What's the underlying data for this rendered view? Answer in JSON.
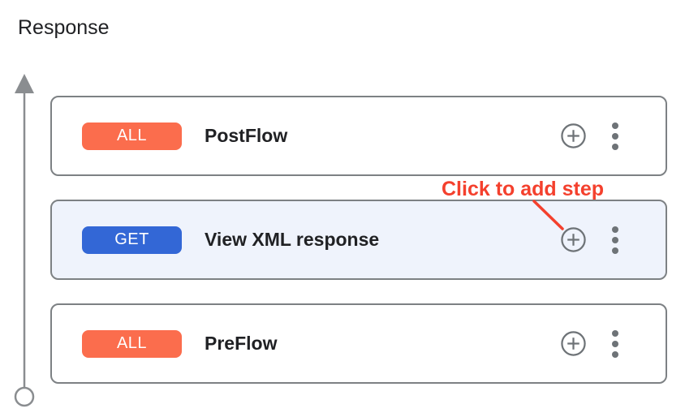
{
  "section": {
    "title": "Response"
  },
  "flow": {
    "cards": [
      {
        "method": "ALL",
        "label": "PostFlow",
        "selected": false
      },
      {
        "method": "GET",
        "label": "View XML response",
        "selected": true
      },
      {
        "method": "ALL",
        "label": "PreFlow",
        "selected": false
      }
    ]
  },
  "annotation": {
    "label": "Click to add step"
  },
  "icons": {
    "add_step": "plus-circle-icon",
    "more_options": "kebab-menu-icon",
    "rail": "up-arrow-flow-line-icon"
  },
  "colors": {
    "method_badges": {
      "ALL": "#FB6D4D",
      "GET": "#3367D6"
    },
    "badge_text": "#FFFFFF",
    "card_bg": "#FFFFFF",
    "selected_card_bg": "#EFF3FC",
    "card_border": "#7D8184",
    "rail": "#8A8D90",
    "icon": "#6E7377",
    "text": "#202124",
    "annotation": "#F4402D"
  }
}
